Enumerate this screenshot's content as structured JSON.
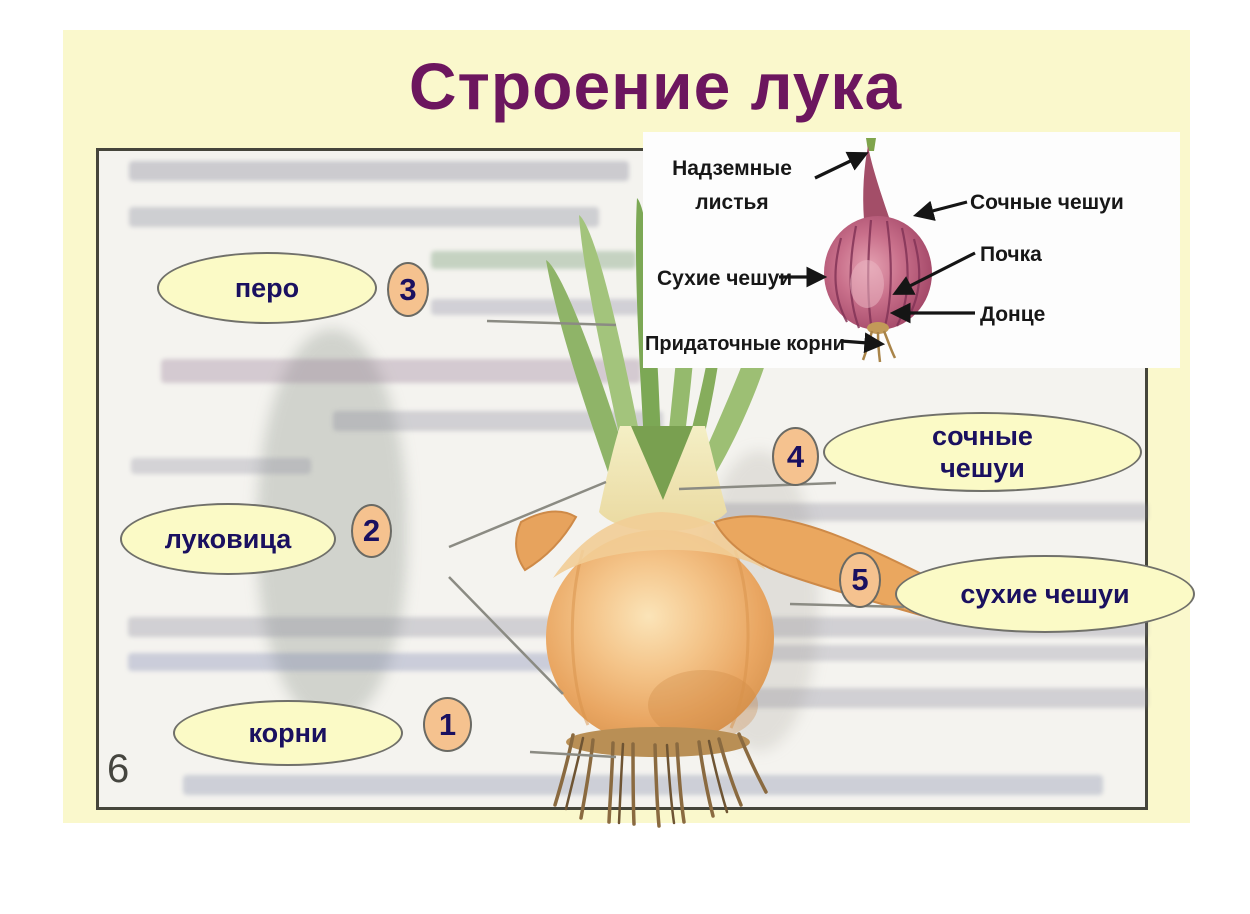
{
  "title": "Строение лука",
  "page_number": "6",
  "callouts": {
    "pero": {
      "number": "3",
      "label": "перо"
    },
    "lukovitsa": {
      "number": "2",
      "label": "луковица"
    },
    "korni": {
      "number": "1",
      "label": "корни"
    },
    "sochnye": {
      "number": "4",
      "label": "сочные чешуи"
    },
    "sukhie": {
      "number": "5",
      "label": "сухие чешуи"
    }
  },
  "inset": {
    "labels": {
      "nadzemnye": "Надземные листья",
      "sukhie": "Сухие чешуи",
      "pridatochnye": "Придаточные корни",
      "sochnye": "Сочные чешуи",
      "pochka": "Почка",
      "dontse": "Донце"
    }
  },
  "colors": {
    "slide_bg": "#FAF8CC",
    "title_color": "#6C165E",
    "oval_bg": "#FBFAC6",
    "oval_border": "#70706A",
    "callout_text": "#1A1060",
    "circle_bg": "#F5C28F",
    "scan_bg": "#F4F3EF",
    "scan_border": "#45453B",
    "onion_body": "#E9A662",
    "onion_leaves": "#8FB468",
    "red_onion": "#B85C77"
  }
}
